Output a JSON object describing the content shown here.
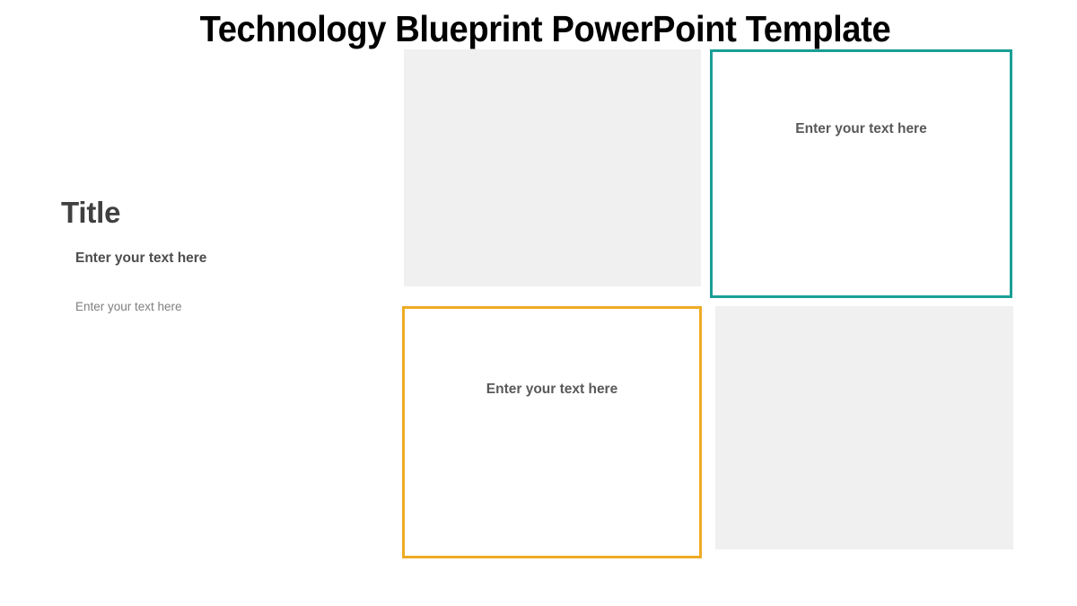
{
  "slide": {
    "title": "Technology Blueprint PowerPoint Template",
    "background_color": "#ffffff"
  },
  "left_column": {
    "heading": "Title",
    "subheading": "Enter your text here",
    "body": "Enter your text here",
    "heading_color": "#404040",
    "subheading_color": "#4d4d4d",
    "body_color": "#7f7f7f"
  },
  "placeholders": [
    {
      "id": "gray-top-left",
      "label": "",
      "fill": "#f0f0f0",
      "border_color": "",
      "style": "filled"
    },
    {
      "id": "teal-top-right",
      "label": "Enter your text here",
      "fill": "#ffffff",
      "border_color": "#1b9e96",
      "style": "outlined"
    },
    {
      "id": "orange-bottom-left",
      "label": "Enter your text here",
      "fill": "#ffffff",
      "border_color": "#eeab24",
      "style": "outlined"
    },
    {
      "id": "gray-bottom-right",
      "label": "",
      "fill": "#f0f0f0",
      "border_color": "",
      "style": "filled"
    }
  ],
  "colors": {
    "teal": "#1b9e96",
    "orange": "#eeab24",
    "gray_fill": "#f0f0f0",
    "title_text": "#000000",
    "label_text": "#595959"
  }
}
